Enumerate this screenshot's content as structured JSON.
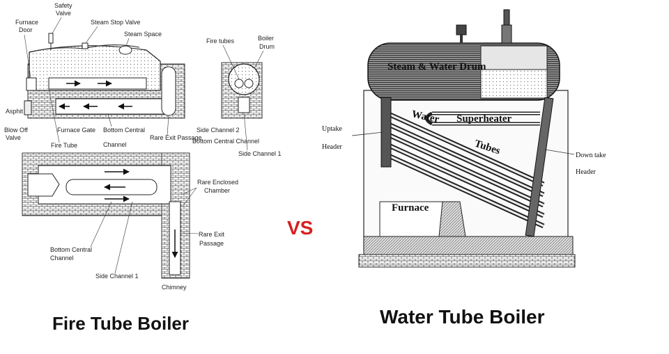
{
  "fire_tube": {
    "caption": "Fire Tube Boiler",
    "labels": {
      "safety_valve": [
        "Safety",
        "Valve"
      ],
      "steam_stop_valve": "Steam Stop Valve",
      "furnace_door": [
        "Furnace",
        "Door"
      ],
      "steam_space": "Steam Space",
      "fire_tubes": "Fire tubes",
      "boiler_drum": [
        "Boiler",
        "Drum"
      ],
      "asphit": "Asphit",
      "blow_off_valve": [
        "Blow Off",
        "Valve"
      ],
      "furnace_gate": "Furnace Gate",
      "fire_tube": "Fire Tube",
      "bottom_central_channel_top": [
        "Bottom Central",
        "Channel"
      ],
      "rare_exit_passage_top": "Rare Exit Passage",
      "side_channel_2": "Side Channel 2",
      "bottom_central_channel_side": "Bottom Central Channel",
      "side_channel_1_top": "Side Channel 1",
      "rare_enclosed_chamber": [
        "Rare Enclosed",
        "Chamber"
      ],
      "rare_exit_passage_bottom": [
        "Rare Exit",
        "Passage"
      ],
      "bottom_central_channel_bottom": [
        "Bottom Central",
        "Channel"
      ],
      "side_channel_1_bottom": "Side Channel 1",
      "chimney": "Chimney"
    }
  },
  "versus": "VS",
  "water_tube": {
    "caption": "Water Tube Boiler",
    "labels": {
      "steam_water_drum": "Steam & Water Drum",
      "water": "Water",
      "superheater": "Superheater",
      "tubes": "Tubes",
      "furnace": "Furnace",
      "uptake_header": [
        "Uptake",
        "Header"
      ],
      "down_take_header": [
        "Down take",
        "Header"
      ]
    }
  }
}
